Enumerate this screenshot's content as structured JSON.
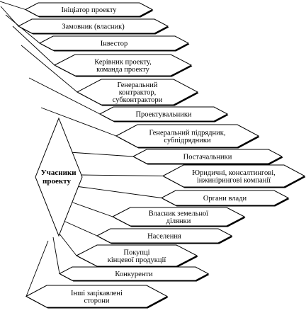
{
  "center": {
    "lines": [
      "Учасники",
      "проекту"
    ]
  },
  "participants": [
    {
      "lines": [
        "Ініціатор проекту"
      ]
    },
    {
      "lines": [
        "Замовник (власник)"
      ]
    },
    {
      "lines": [
        "Інвестор"
      ]
    },
    {
      "lines": [
        "Керівник проекту,",
        "команда проекту"
      ]
    },
    {
      "lines": [
        "Генеральний",
        "контрактор,",
        "субконтрактори"
      ]
    },
    {
      "lines": [
        "Проектувальники"
      ]
    },
    {
      "lines": [
        "Генеральний підрядник,",
        "субпідрядники"
      ]
    },
    {
      "lines": [
        "Постачальники"
      ]
    },
    {
      "lines": [
        "Юридичні, консалтингові,",
        "інжинірингові компанії"
      ]
    },
    {
      "lines": [
        "Органи влади"
      ]
    },
    {
      "lines": [
        "Власник земельної",
        "ділянки"
      ]
    },
    {
      "lines": [
        "Населення"
      ]
    },
    {
      "lines": [
        "Покупці",
        "кінцевої продукції"
      ]
    },
    {
      "lines": [
        "Конкуренти"
      ]
    },
    {
      "lines": [
        "Інші зацікавлені",
        "сторони"
      ]
    }
  ]
}
